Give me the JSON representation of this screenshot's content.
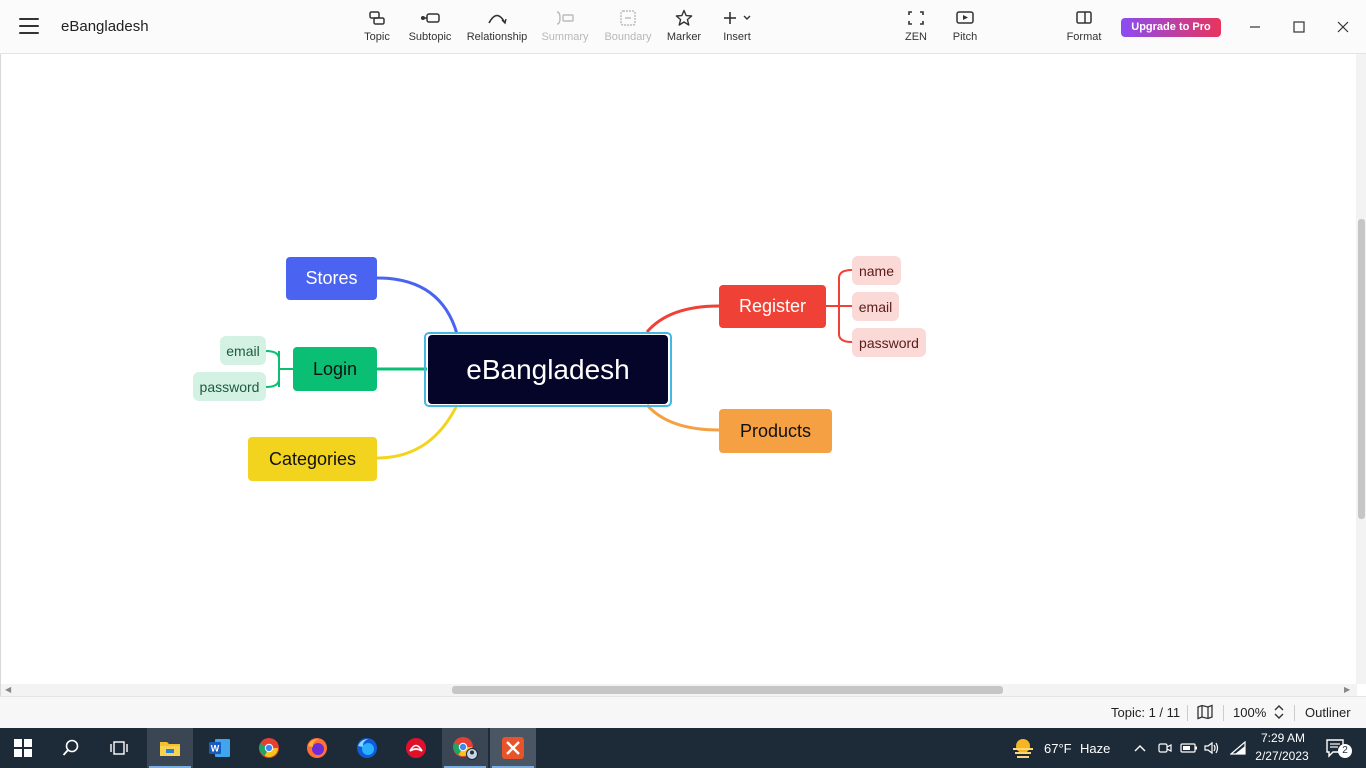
{
  "window": {
    "title": "eBangladesh",
    "upgrade_label": "Upgrade to Pro"
  },
  "toolbar": {
    "items": [
      {
        "label": "Topic",
        "icon": "topic-icon",
        "enabled": true
      },
      {
        "label": "Subtopic",
        "icon": "subtopic-icon",
        "enabled": true
      },
      {
        "label": "Relationship",
        "icon": "relationship-icon",
        "enabled": true
      },
      {
        "label": "Summary",
        "icon": "summary-icon",
        "enabled": false
      },
      {
        "label": "Boundary",
        "icon": "boundary-icon",
        "enabled": false
      },
      {
        "label": "Marker",
        "icon": "star-icon",
        "enabled": true
      },
      {
        "label": "Insert",
        "icon": "plus-icon",
        "enabled": true
      },
      {
        "label": "ZEN",
        "icon": "fullscreen-icon",
        "enabled": true
      },
      {
        "label": "Pitch",
        "icon": "play-icon",
        "enabled": true
      },
      {
        "label": "Format",
        "icon": "panel-icon",
        "enabled": true
      }
    ]
  },
  "mindmap": {
    "central": "eBangladesh",
    "topics": {
      "stores": "Stores",
      "login": "Login",
      "categories": "Categories",
      "register": "Register",
      "products": "Products"
    },
    "login_children": [
      "email",
      "password"
    ],
    "register_children": [
      "name",
      "email",
      "password"
    ],
    "colors": {
      "central": "#05052a",
      "stores": "#4a63f0",
      "login": "#0abf74",
      "categories": "#f2d41f",
      "register": "#f04136",
      "products": "#f5a043",
      "login_child_bg": "#d4f2e4",
      "register_child_bg": "#fbd9d7",
      "selection": "#46b7e0"
    }
  },
  "statusbar": {
    "topic_count": "Topic: 1 / 11",
    "zoom": "100%",
    "outliner": "Outliner"
  },
  "taskbar": {
    "apps": [
      "windows-start-icon",
      "search-icon",
      "task-view-icon",
      "file-explorer-icon",
      "word-icon",
      "chrome-icon",
      "firefox-icon",
      "firefox-dev-icon",
      "acrobat-icon",
      "chrome-profile-icon",
      "xmind-icon"
    ],
    "weather_temp": "67°F",
    "weather_text": "Haze",
    "time": "7:29 AM",
    "date": "2/27/2023",
    "notification_count": "2"
  }
}
